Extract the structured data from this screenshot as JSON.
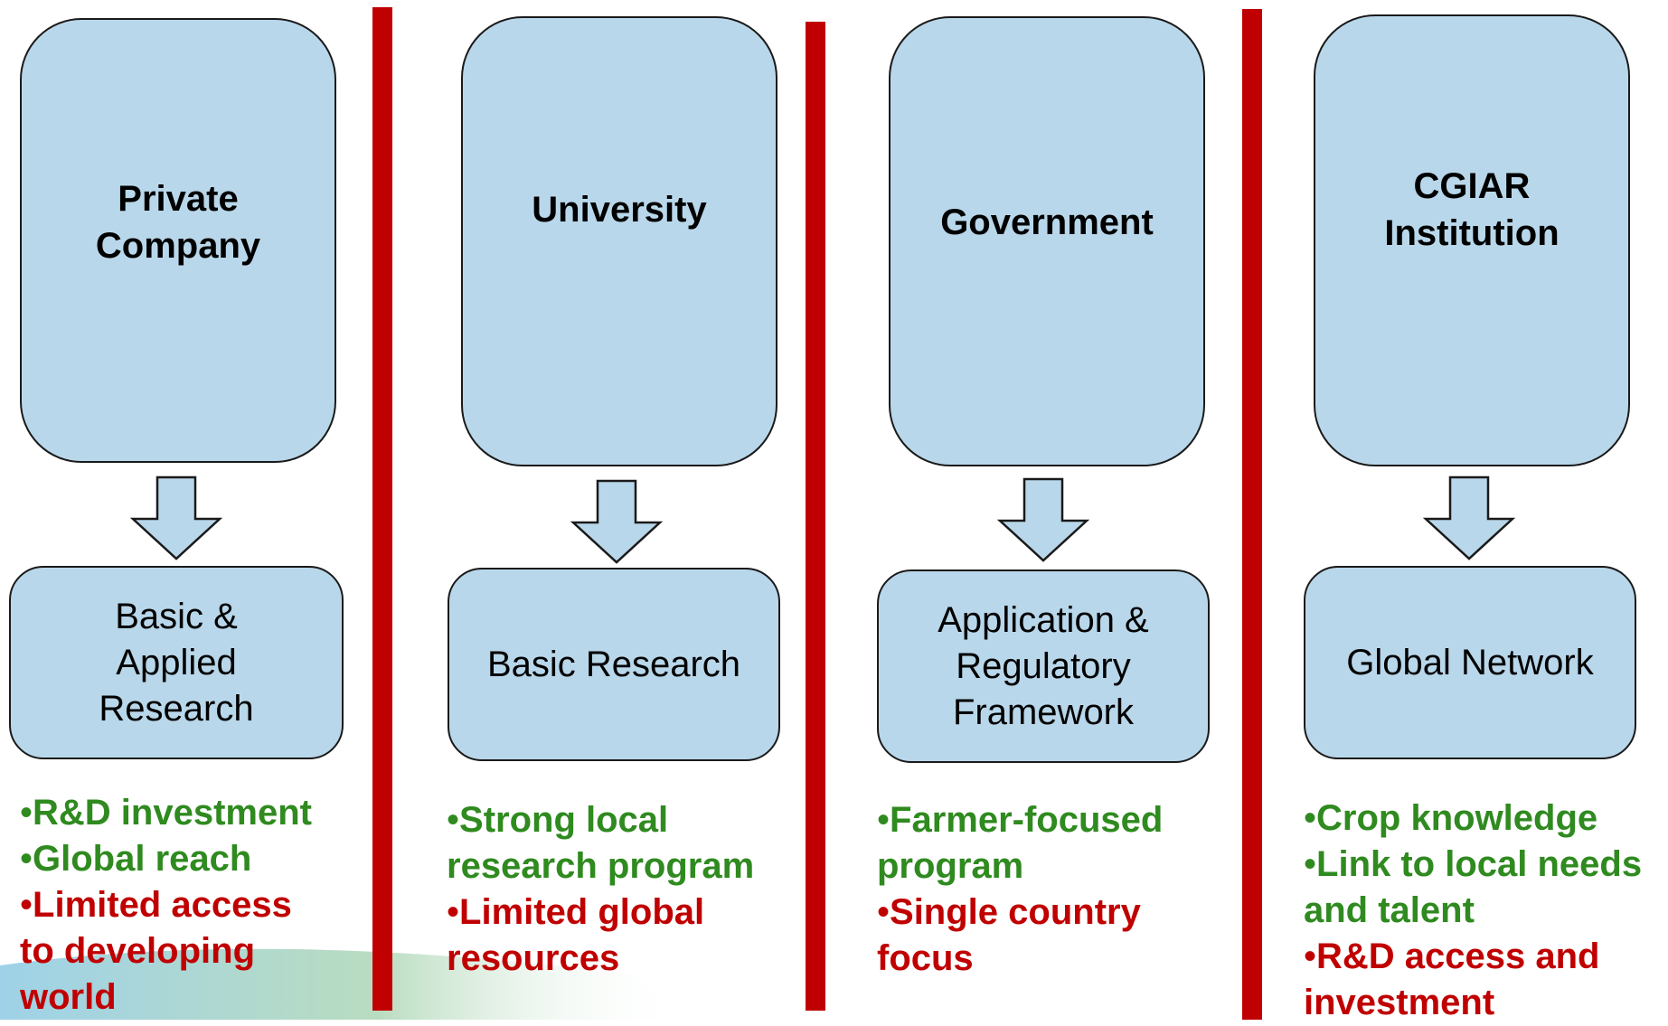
{
  "colors": {
    "box_fill": "#b9d7ea",
    "divider": "#c00000",
    "strength": "#2f8a1f",
    "limitation": "#c00000"
  },
  "columns": [
    {
      "title": "Private Company",
      "role": "Basic & Applied Research",
      "strengths": [
        "R&D investment",
        "Global reach"
      ],
      "limitations": [
        "Limited access to developing world"
      ]
    },
    {
      "title": "University",
      "role": "Basic Research",
      "strengths": [
        "Strong local research program"
      ],
      "limitations": [
        "Limited global resources"
      ]
    },
    {
      "title": "Government",
      "role": "Application & Regulatory Framework",
      "strengths": [
        "Farmer-focused program"
      ],
      "limitations": [
        "Single country focus"
      ]
    },
    {
      "title": "CGIAR Institution",
      "role": "Global Network",
      "strengths": [
        "Crop knowledge",
        "Link to local needs and talent"
      ],
      "limitations": [
        "R&D access and investment"
      ]
    }
  ]
}
